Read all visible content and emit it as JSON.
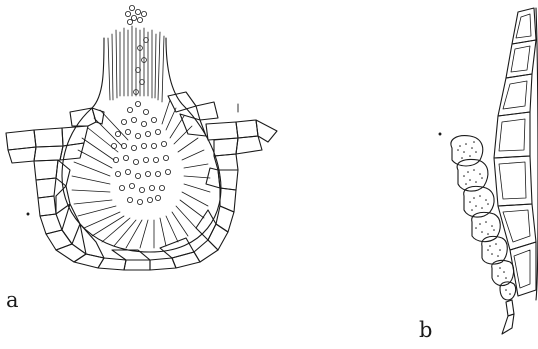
{
  "figure": {
    "panels": [
      {
        "id": "a",
        "label": "a"
      },
      {
        "id": "b",
        "label": "b"
      }
    ]
  },
  "colors": {
    "ink": "#1a1a1a",
    "background": "#ffffff"
  }
}
